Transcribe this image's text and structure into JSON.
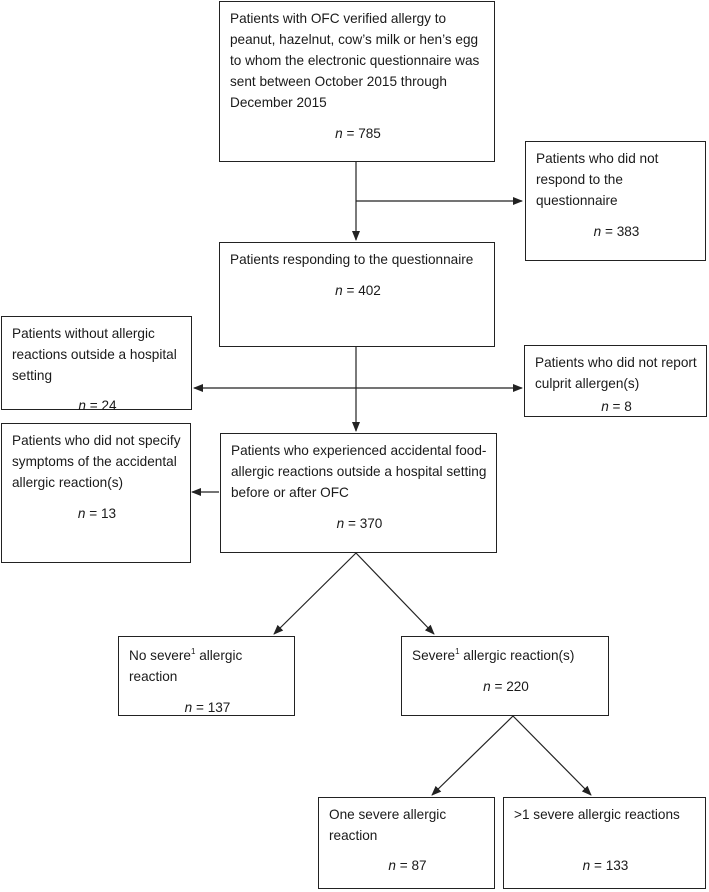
{
  "boxes": {
    "sent": {
      "text": "Patients with OFC verified allergy to peanut, hazelnut, cow’s milk or hen’s egg to whom the electronic questionnaire was sent between October 2015 through December 2015",
      "n_label": "n",
      "n_value": "785"
    },
    "no_respond": {
      "text": "Patients who did not respond to the questionnaire",
      "n_label": "n",
      "n_value": "383"
    },
    "responding": {
      "text": "Patients responding to the questionnaire",
      "n_label": "n",
      "n_value": "402"
    },
    "no_reactions": {
      "text": "Patients without allergic reactions outside a hospital setting",
      "n_label": "n",
      "n_value": "24"
    },
    "no_culprit": {
      "text": "Patients who did not report culprit allergen(s)",
      "n_label": "n",
      "n_value": "8"
    },
    "experienced": {
      "text": "Patients who experienced accidental food-allergic reactions outside a hospital setting before or after OFC",
      "n_label": "n",
      "n_value": "370"
    },
    "no_symptoms": {
      "text": "Patients who did not specify symptoms of the accidental allergic reaction(s)",
      "n_label": "n",
      "n_value": "13"
    },
    "no_severe": {
      "text_pre": "No severe",
      "sup": "1",
      "text_post": " allergic reaction",
      "n_label": "n",
      "n_value": "137"
    },
    "severe": {
      "text_pre": "Severe",
      "sup": "1",
      "text_post": " allergic reaction(s)",
      "n_label": "n",
      "n_value": "220"
    },
    "one_severe": {
      "text": "One severe allergic reaction",
      "n_label": "n",
      "n_value": "87"
    },
    "multi_severe": {
      "text": ">1 severe allergic reactions",
      "n_label": "n",
      "n_value": "133"
    }
  },
  "n_separator": " = ",
  "line_color": "#222222"
}
